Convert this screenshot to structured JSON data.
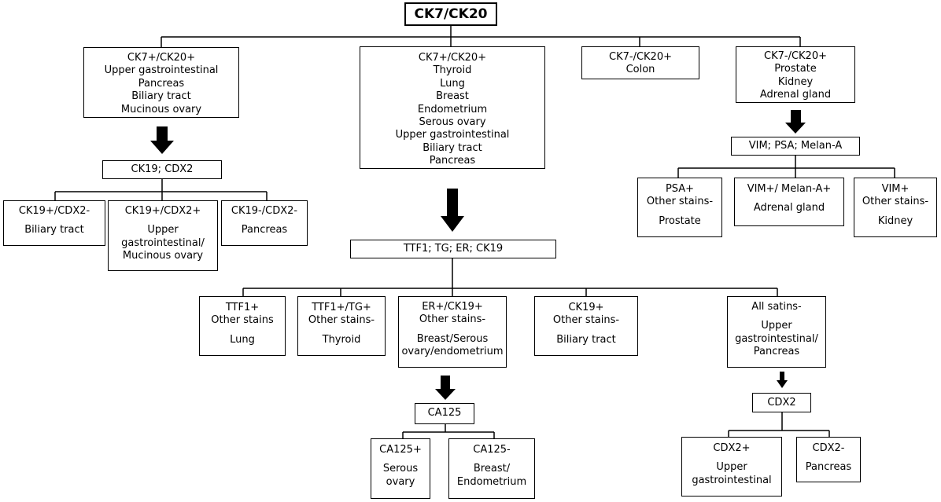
{
  "title": "CK7/CK20",
  "boxes": {
    "pp": {
      "lines": [
        "CK7+/CK20+",
        "Upper gastrointestinal",
        "Pancreas",
        "Biliary tract",
        "Mucinous ovary"
      ]
    },
    "pp_mid": {
      "lines": [
        "CK7+/CK20+",
        "Thyroid",
        "Lung",
        "Breast",
        "Endometrium",
        "Serous ovary",
        "Upper gastrointestinal",
        "Biliary tract",
        "Pancreas"
      ]
    },
    "nm_pos": {
      "lines": [
        "CK7-/CK20+",
        "Colon"
      ]
    },
    "np": {
      "lines": [
        "CK7-/CK20+",
        "Prostate",
        "Kidney",
        "Adrenal gland"
      ]
    },
    "ck19_cdx2": {
      "lines": [
        "CK19; CDX2"
      ]
    },
    "ck19p_cdx2n": {
      "lines": [
        "CK19+/CDX2-",
        "",
        "Biliary tract"
      ]
    },
    "ck19p_cdx2p": {
      "lines": [
        "CK19+/CDX2+",
        "",
        "Upper",
        "gastrointestinal/",
        "Mucinous ovary"
      ]
    },
    "ck19n_cdx2n": {
      "lines": [
        "CK19-/CDX2-",
        "",
        "Pancreas"
      ]
    },
    "vim_psa": {
      "lines": [
        "VIM; PSA; Melan-A"
      ]
    },
    "psa": {
      "lines": [
        "PSA+",
        "Other stains-",
        "",
        "Prostate"
      ]
    },
    "vim_melan": {
      "lines": [
        "VIM+/ Melan-A+",
        "",
        "Adrenal gland"
      ]
    },
    "vim": {
      "lines": [
        "VIM+",
        "Other stains-",
        "",
        "Kidney"
      ]
    },
    "ttf_panel": {
      "lines": [
        "TTF1; TG; ER; CK19"
      ]
    },
    "ttf1": {
      "lines": [
        "TTF1+",
        "Other stains",
        "",
        "Lung"
      ]
    },
    "ttf1_tg": {
      "lines": [
        "TTF1+/TG+",
        "Other stains-",
        "",
        "Thyroid"
      ]
    },
    "er_ck19": {
      "lines": [
        "ER+/CK19+",
        "Other stains-",
        "",
        "Breast/Serous",
        "ovary/endometrium"
      ]
    },
    "ck19": {
      "lines": [
        "CK19+",
        "Other stains-",
        "",
        "Biliary tract"
      ]
    },
    "all_neg": {
      "lines": [
        "All satins-",
        "",
        "Upper",
        "gastrointestinal/",
        "Pancreas"
      ]
    },
    "ca125": {
      "lines": [
        "CA125"
      ]
    },
    "ca125p": {
      "lines": [
        "CA125+",
        "",
        "Serous",
        "ovary"
      ]
    },
    "ca125n": {
      "lines": [
        "CA125-",
        "",
        "Breast/",
        "Endometrium"
      ]
    },
    "cdx2": {
      "lines": [
        "CDX2"
      ]
    },
    "cdx2p": {
      "lines": [
        "CDX2+",
        "",
        "Upper",
        "gastrointestinal"
      ]
    },
    "cdx2n": {
      "lines": [
        "CDX2-",
        "",
        "Pancreas"
      ]
    }
  }
}
